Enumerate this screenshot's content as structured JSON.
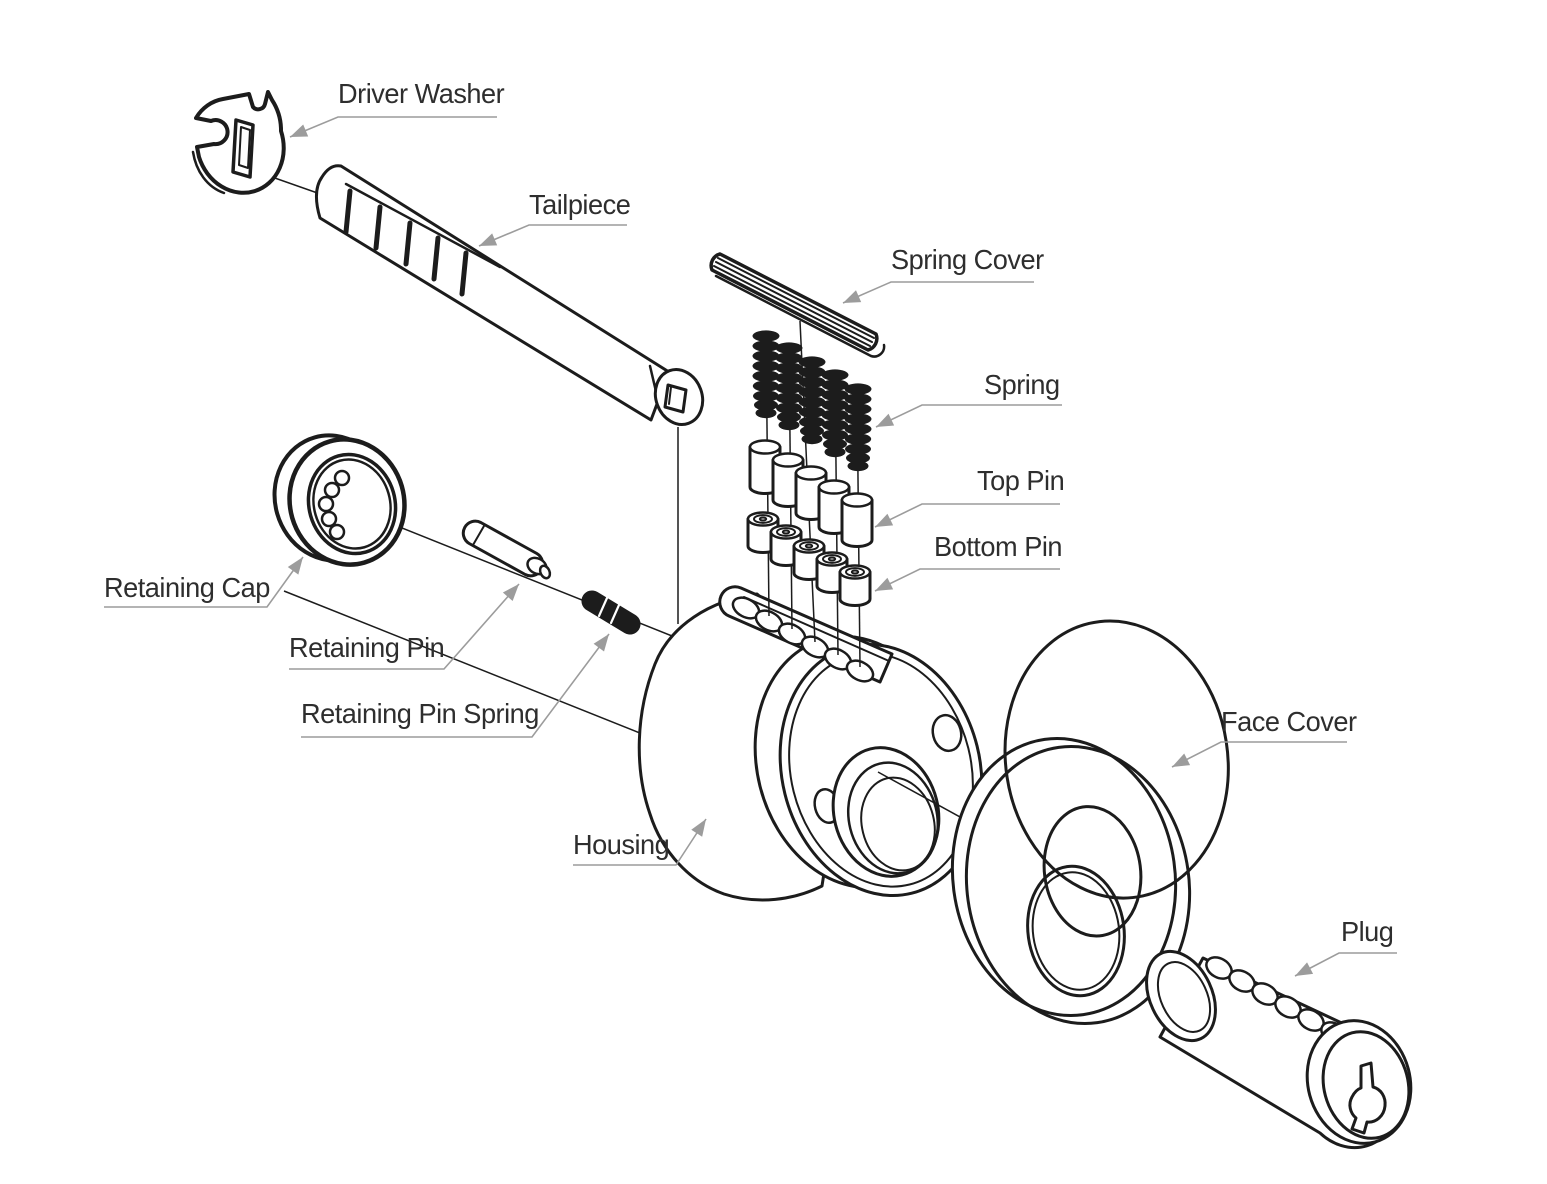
{
  "diagram": {
    "type": "exploded-parts-diagram",
    "background_color": "#ffffff",
    "outline_color": "#1c1c1c",
    "leader_color": "#9c9c9c",
    "label_color": "#2e2e2e",
    "labels": [
      {
        "id": "driver-washer",
        "text": "Driver Washer"
      },
      {
        "id": "tailpiece",
        "text": "Tailpiece"
      },
      {
        "id": "spring-cover",
        "text": "Spring Cover"
      },
      {
        "id": "spring",
        "text": "Spring"
      },
      {
        "id": "top-pin",
        "text": "Top Pin"
      },
      {
        "id": "bottom-pin",
        "text": "Bottom Pin"
      },
      {
        "id": "retaining-cap",
        "text": "Retaining Cap"
      },
      {
        "id": "retaining-pin",
        "text": "Retaining Pin"
      },
      {
        "id": "retaining-pin-spring",
        "text": "Retaining Pin Spring"
      },
      {
        "id": "housing",
        "text": "Housing"
      },
      {
        "id": "face-cover",
        "text": "Face Cover"
      },
      {
        "id": "plug",
        "text": "Plug"
      }
    ],
    "part_counts": {
      "springs": 5,
      "top_pins": 5,
      "bottom_pins": 5,
      "housing_pin_chambers": 6,
      "plug_holes": 6
    }
  }
}
